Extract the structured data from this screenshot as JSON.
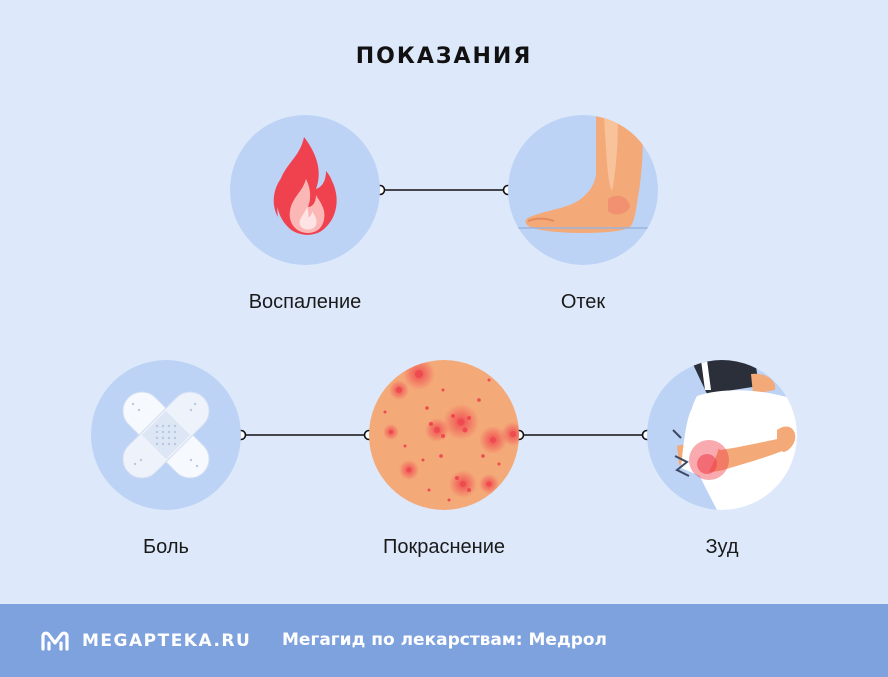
{
  "title": "ПОКАЗАНИЯ",
  "indications": [
    {
      "label": "Воспаление",
      "icon": "flame-icon"
    },
    {
      "label": "Отек",
      "icon": "swollen-foot-icon"
    },
    {
      "label": "Боль",
      "icon": "crossed-bandage-icon"
    },
    {
      "label": "Покраснение",
      "icon": "red-rash-skin-icon"
    },
    {
      "label": "Зуд",
      "icon": "itching-arm-icon"
    }
  ],
  "footer": {
    "brand": "MEGAPTEKA.RU",
    "logo_icon": "megapteka-logo-icon",
    "tagline": "Мегагид по лекарствам: Медрол"
  },
  "colors": {
    "background": "#dde9fb",
    "circle": "#bcd3f6",
    "footer": "#7ea2de",
    "accent_red": "#f0424e",
    "skin": "#f4a978"
  }
}
